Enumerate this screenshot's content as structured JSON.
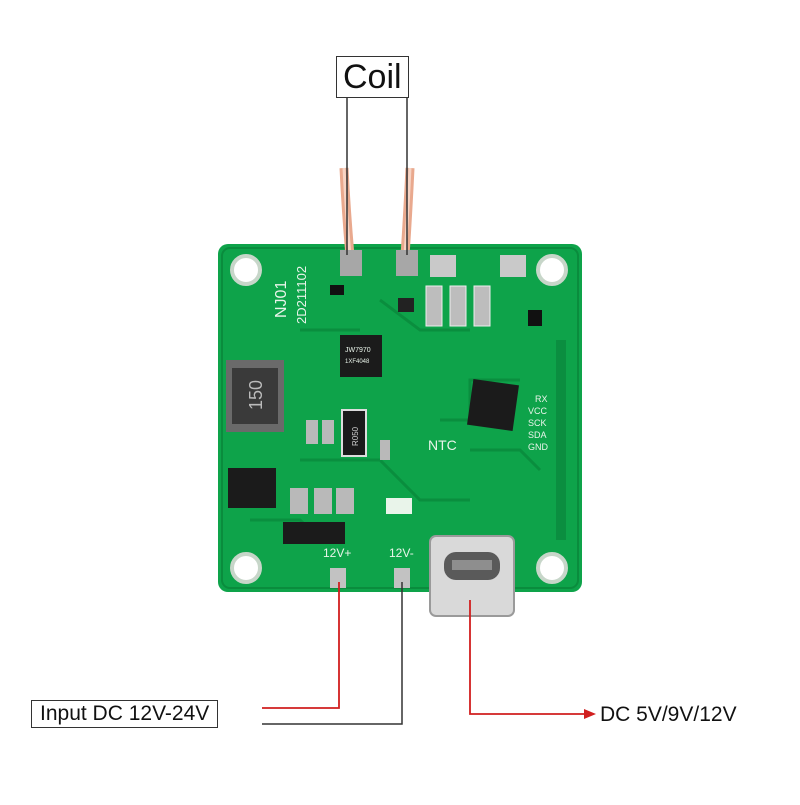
{
  "labels": {
    "coil": "Coil",
    "input": "Input DC 12V-24V",
    "output": "DC 5V/9V/12V"
  },
  "board": {
    "model": "NJ01",
    "code": "2D211102",
    "inductor_marking": "150",
    "chip_main": "JW7970",
    "chip_sub": "1XF4048",
    "resistor_marking": "R050",
    "ntc_label": "NTC",
    "positive_terminal": "12V+",
    "negative_terminal": "12V-",
    "header_pins": [
      "RX",
      "VCC",
      "SCK",
      "SDA",
      "GND"
    ]
  },
  "colors": {
    "pcb": "#0ea34a",
    "wire_red": "#d11f1f",
    "wire_dark": "#333333"
  }
}
